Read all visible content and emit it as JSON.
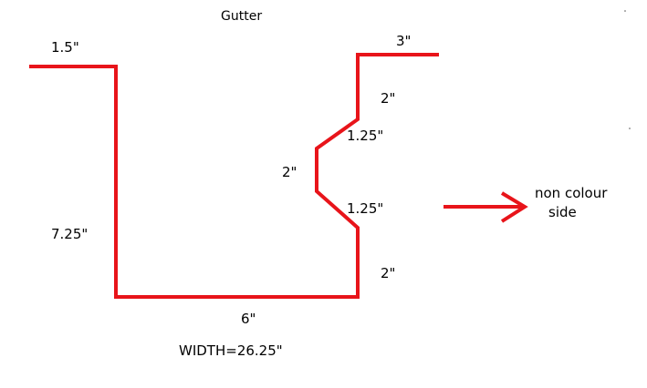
{
  "title": "Gutter",
  "line_color": "#e8141a",
  "text_color": "#000000",
  "dimensions": {
    "top_left_lip": "1.5\"",
    "left_wall": "7.25\"",
    "bottom": "6\"",
    "right_lower_wall": "2\"",
    "lower_bevel": "1.25\"",
    "middle_wall": "2\"",
    "upper_bevel": "1.25\"",
    "right_upper_wall": "2\"",
    "top_right_lip": "3\""
  },
  "width_label": "WIDTH=26.25\"",
  "side_note": {
    "line1": "non  colour",
    "line2": "side"
  }
}
